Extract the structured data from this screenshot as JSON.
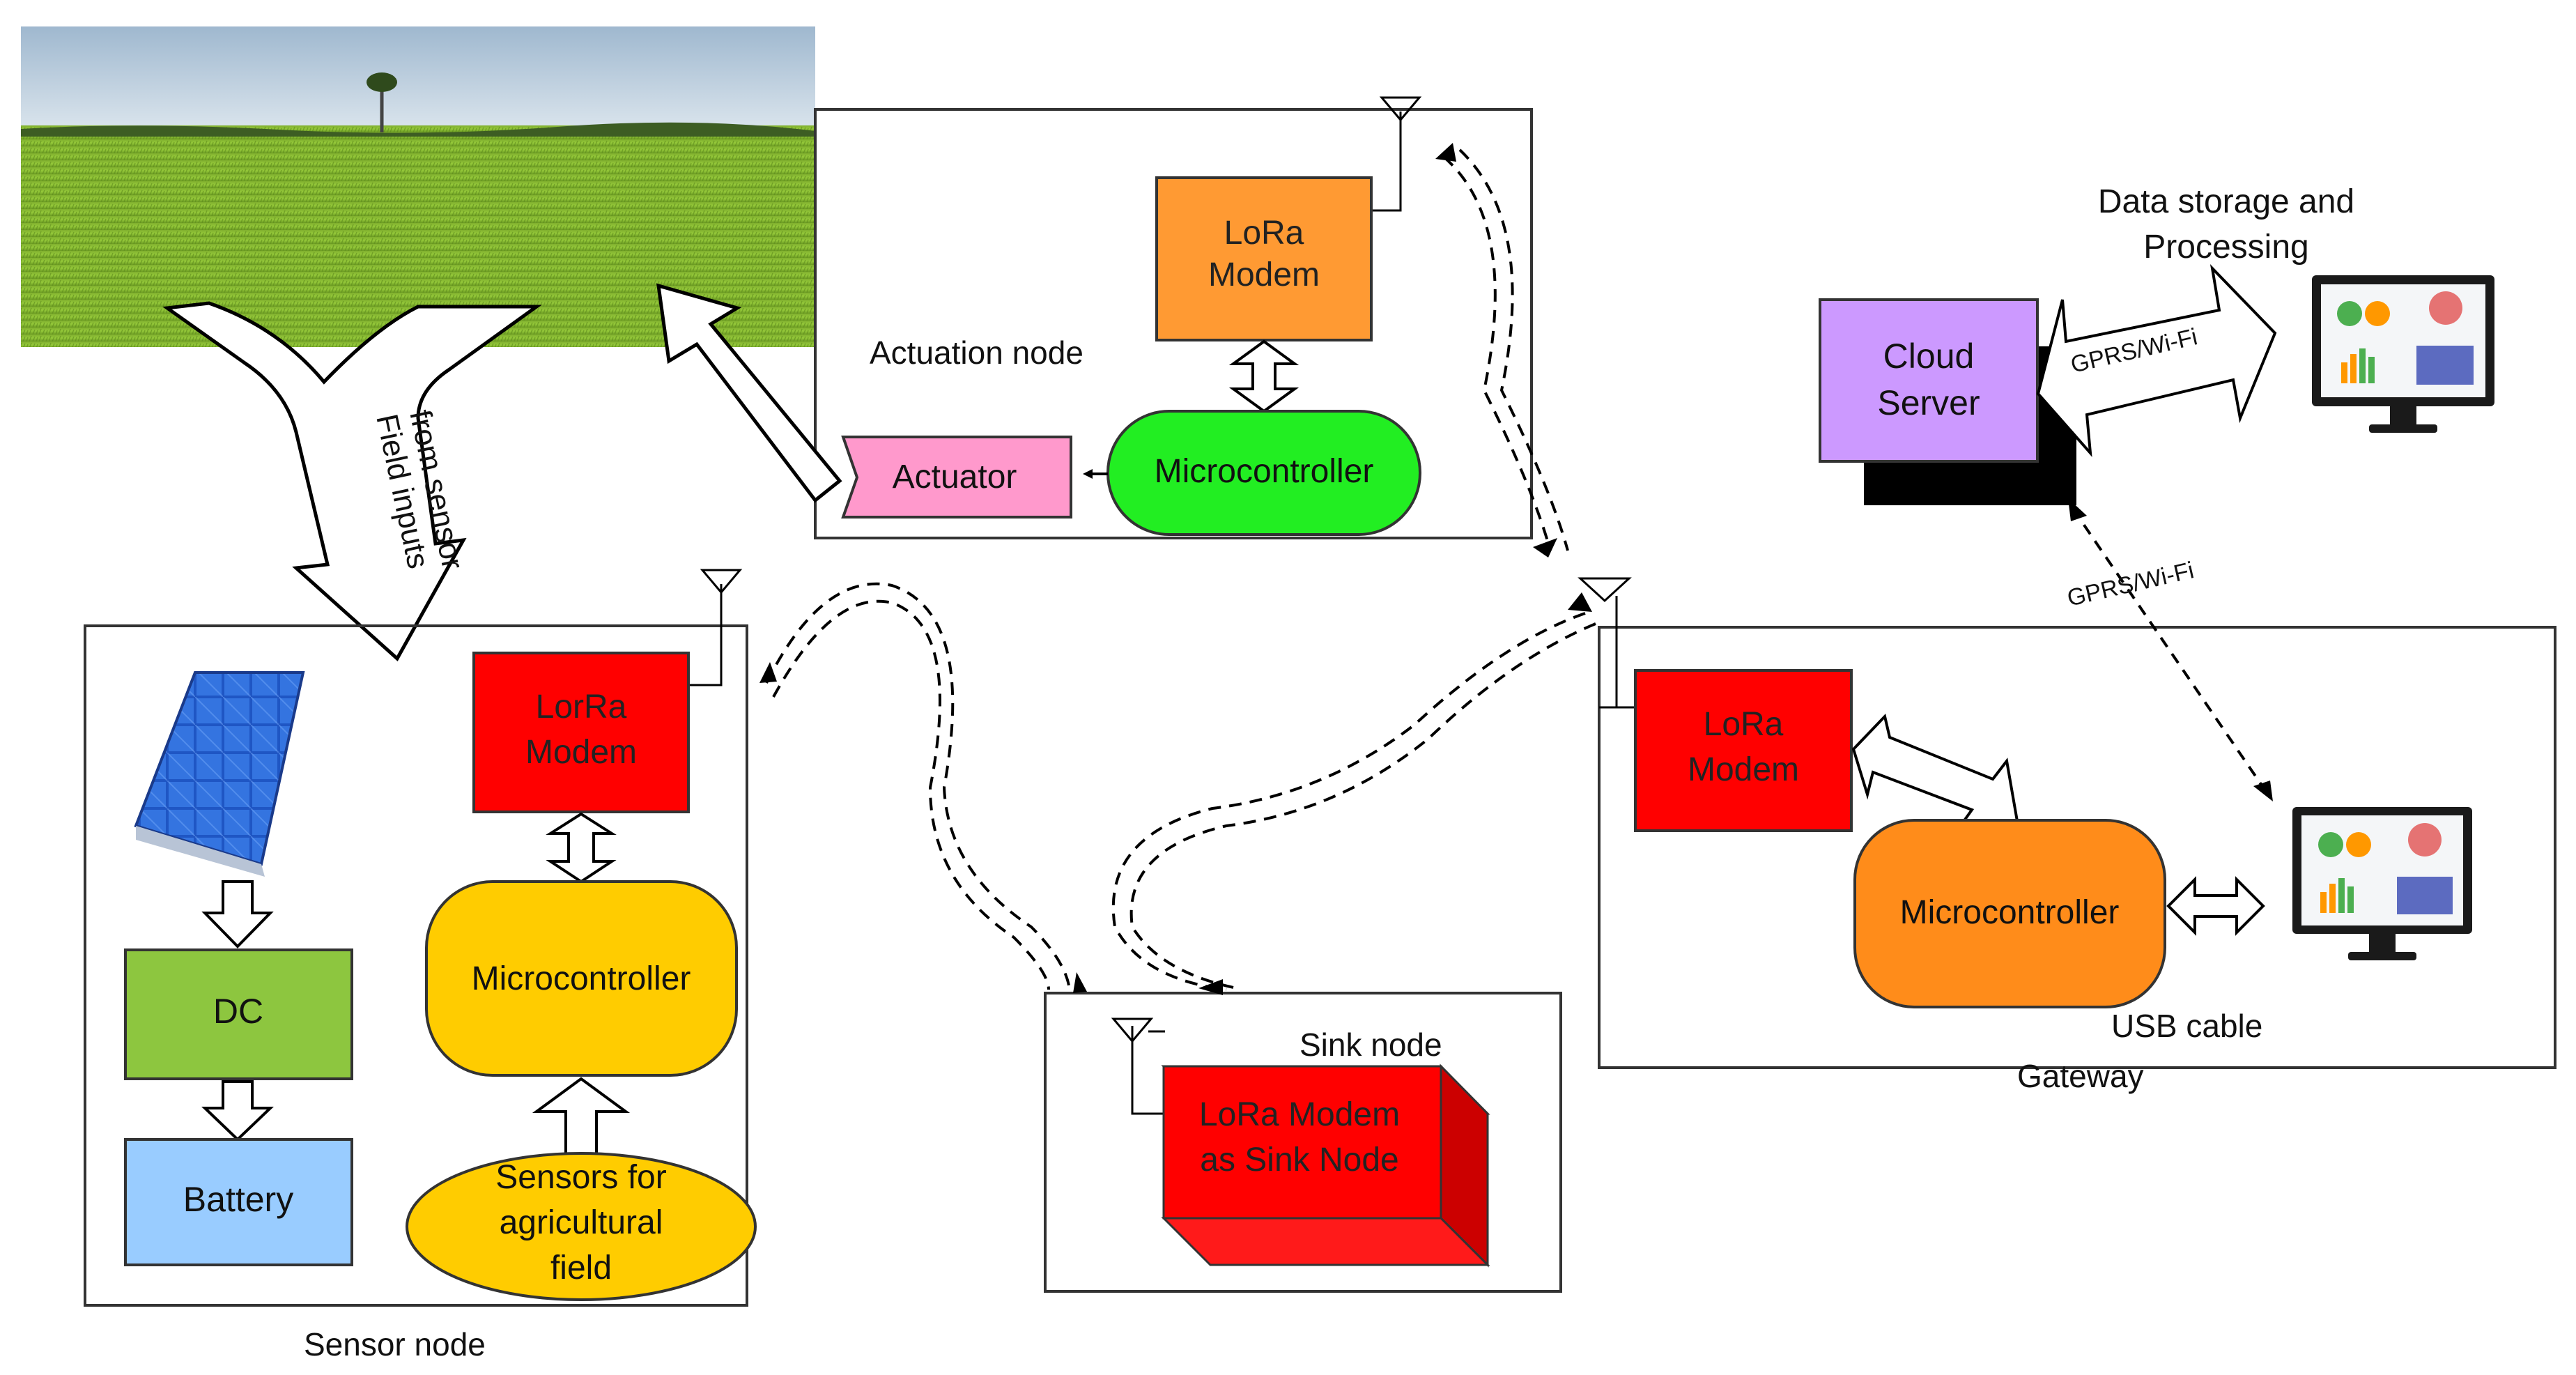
{
  "nodes": {
    "actuation": {
      "title": "Actuation  node",
      "modem": [
        "LoRa",
        "Modem"
      ],
      "microcontroller": "Microcontroller",
      "actuator": "Actuator"
    },
    "sensor": {
      "title": "Sensor node",
      "modem": [
        "LorRa",
        "Modem"
      ],
      "microcontroller": "Microcontroller",
      "dc": "DC",
      "battery": "Battery",
      "sensors": [
        "Sensors for",
        "agricultural",
        "field"
      ]
    },
    "sink": {
      "title": "Sink node",
      "modem": [
        "LoRa Modem",
        "as Sink Node"
      ]
    },
    "gateway": {
      "title": "Gateway",
      "modem": [
        "LoRa",
        "Modem"
      ],
      "microcontroller": "Microcontroller",
      "usb": "USB cable"
    },
    "cloud": {
      "server": [
        "Cloud",
        "Server"
      ],
      "storage": [
        "Data storage and",
        "Processing"
      ],
      "link_top": "GPRS/Wi-Fi",
      "link_bottom": "GPRS/Wi-Fi"
    }
  },
  "field_inputs": [
    "Field inputs",
    "from sensor"
  ],
  "colors": {
    "orange": "#ff9a33",
    "red": "#ff0000",
    "green": "#22ee22",
    "pink": "#ff99cc",
    "yellow": "#ffcc00",
    "lime": "#8dc63f",
    "lightblue": "#99ccff",
    "purple": "#cc99ff",
    "gwOrange": "#ff8c1a"
  },
  "icons": [
    "field-image",
    "solar-panel-icon",
    "monitor-icon",
    "antenna-icon"
  ]
}
